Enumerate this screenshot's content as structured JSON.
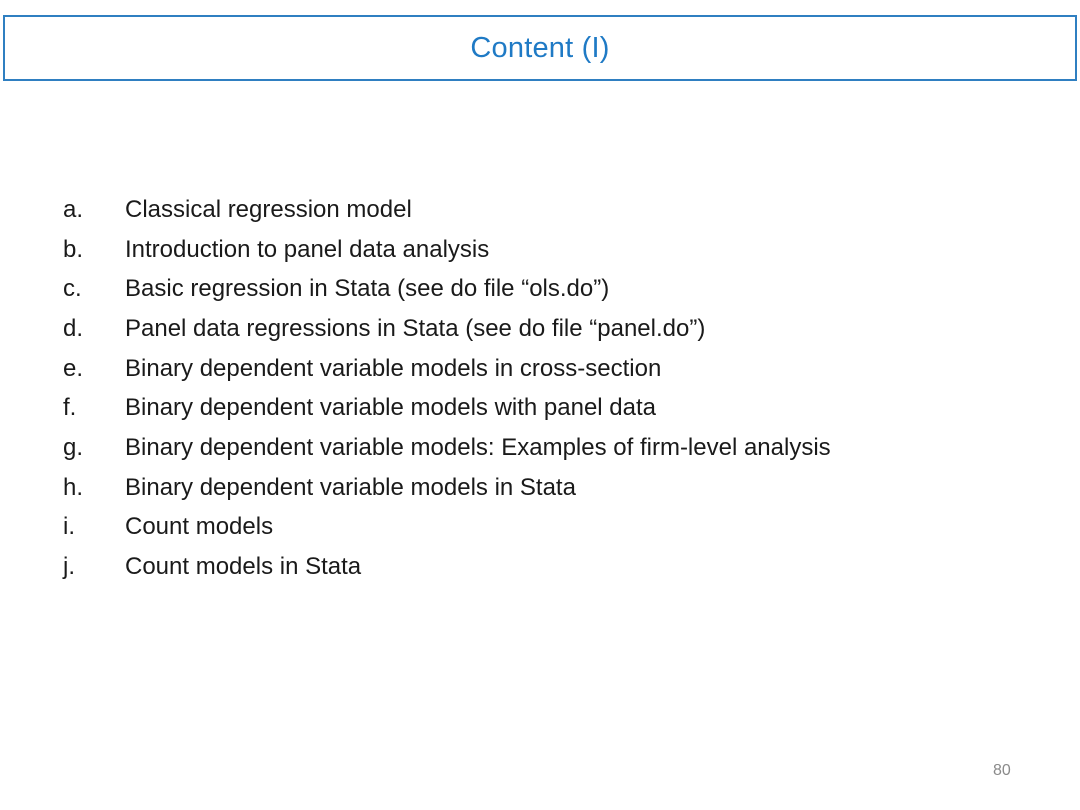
{
  "slide": {
    "title": "Content (I)",
    "page_number": "80",
    "colors": {
      "title_text": "#1f7ac5",
      "title_border": "#2f7fc1",
      "body_text": "#1a1a1a",
      "page_number": "#8a8a8a"
    },
    "list": {
      "items": [
        {
          "label": "a.",
          "text": "Classical regression model"
        },
        {
          "label": "b.",
          "text": "Introduction to panel data analysis"
        },
        {
          "label": "c.",
          "text": "Basic regression in Stata (see do file “ols.do”)"
        },
        {
          "label": "d.",
          "text": "Panel data regressions in Stata (see do file “panel.do”)"
        },
        {
          "label": "e.",
          "text": "Binary dependent variable models in cross-section"
        },
        {
          "label": "f.",
          "text": "Binary dependent variable models with panel data"
        },
        {
          "label": "g.",
          "text": "Binary dependent variable models: Examples of firm-level analysis"
        },
        {
          "label": "h.",
          "text": "Binary dependent variable models in Stata"
        },
        {
          "label": "i.",
          "text": "Count models"
        },
        {
          "label": "j.",
          "text": "Count models in Stata"
        }
      ]
    }
  }
}
